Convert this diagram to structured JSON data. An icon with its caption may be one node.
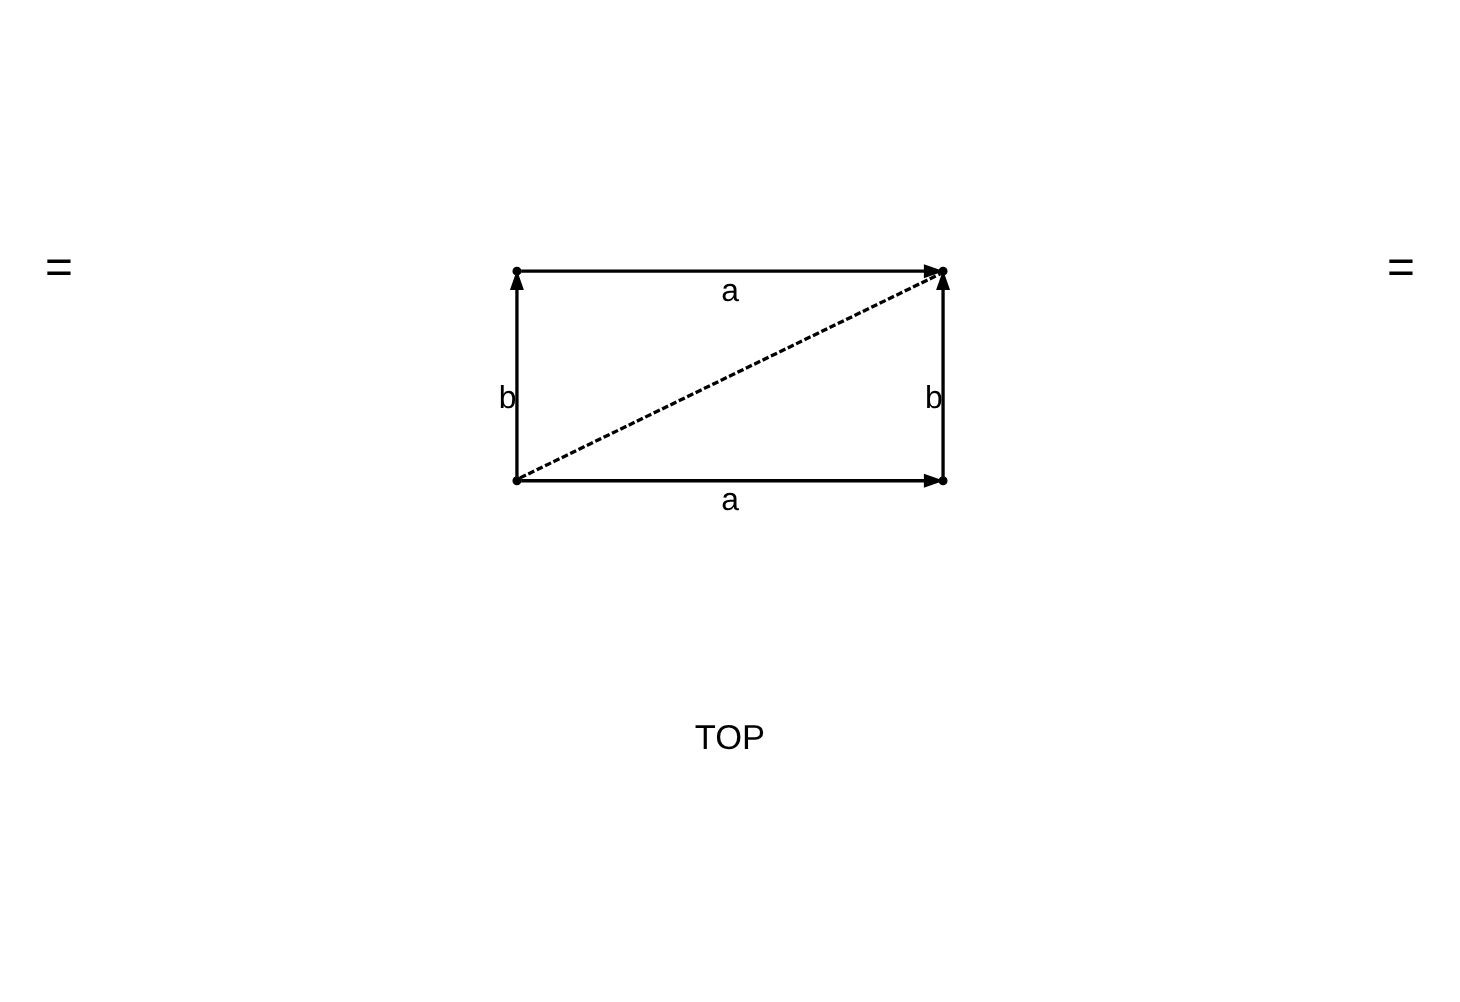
{
  "diagram": {
    "caption": "TOP",
    "nodes": [
      {
        "text": [],
        "shape": "point"
      },
      {
        "text": [],
        "shape": "point"
      },
      {
        "text": [],
        "shape": "point"
      },
      {
        "text": [],
        "shape": "point"
      }
    ],
    "edges": [
      {
        "from": 0,
        "to": 1,
        "arrow": "to",
        "label": "a"
      },
      {
        "from": 2,
        "to": 0,
        "arrow": "to",
        "label": "b"
      },
      {
        "from": 3,
        "to": 1,
        "arrow": "to",
        "label": "b"
      },
      {
        "from": 2,
        "to": 3,
        "arrow": "to",
        "label": "a"
      },
      {
        "from": 2,
        "to": 1,
        "arrow": "none",
        "style": "dashed"
      }
    ],
    "labels": [
      "=",
      "="
    ]
  }
}
